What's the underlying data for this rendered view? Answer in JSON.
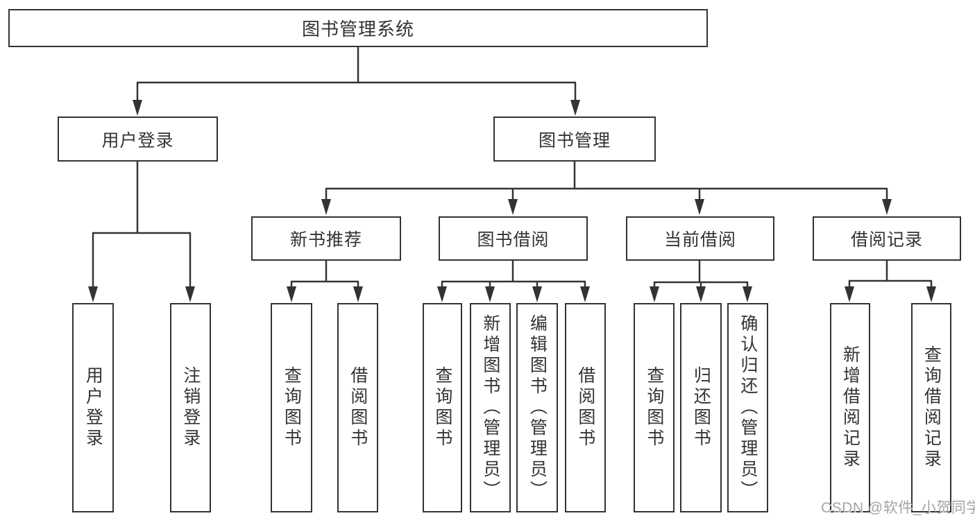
{
  "diagram": {
    "title": "图书管理系统",
    "root": {
      "label": "图书管理系统"
    },
    "level2": [
      {
        "label": "用户登录"
      },
      {
        "label": "图书管理"
      }
    ],
    "level3": [
      {
        "label": "新书推荐",
        "parent": "图书管理"
      },
      {
        "label": "图书借阅",
        "parent": "图书管理"
      },
      {
        "label": "当前借阅",
        "parent": "图书管理"
      },
      {
        "label": "借阅记录",
        "parent": "图书管理"
      }
    ],
    "leaves": [
      {
        "label": "用户登录",
        "parent": "用户登录"
      },
      {
        "label": "注销登录",
        "parent": "用户登录"
      },
      {
        "label": "查询图书",
        "parent": "新书推荐"
      },
      {
        "label": "借阅图书",
        "parent": "新书推荐"
      },
      {
        "label": "查询图书",
        "parent": "图书借阅"
      },
      {
        "label": "新增图书（管理员）",
        "parent": "图书借阅"
      },
      {
        "label": "编辑图书（管理员）",
        "parent": "图书借阅"
      },
      {
        "label": "借阅图书",
        "parent": "图书借阅"
      },
      {
        "label": "查询图书",
        "parent": "当前借阅"
      },
      {
        "label": "归还图书",
        "parent": "当前借阅"
      },
      {
        "label": "确认归还（管理员）",
        "parent": "当前借阅"
      },
      {
        "label": "新增借阅记录",
        "parent": "借阅记录"
      },
      {
        "label": "查询借阅记录",
        "parent": "借阅记录"
      }
    ],
    "watermark": "CSDN @软件_小贺同学",
    "colors": {
      "line": "#333333",
      "box_border": "#333333",
      "text": "#333333",
      "background": "#ffffff",
      "watermark": "#a3a3a6"
    }
  }
}
